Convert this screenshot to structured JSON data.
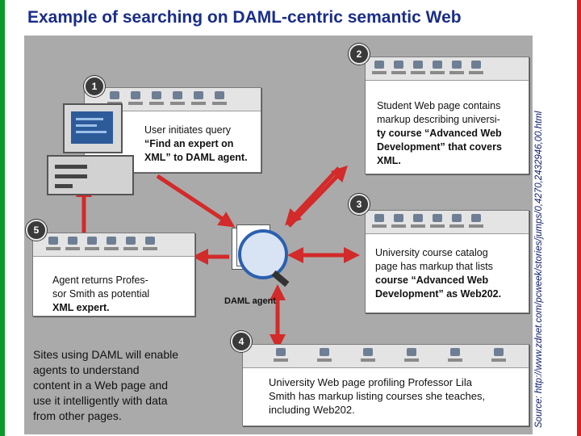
{
  "title": "Example of searching on DAML-centric  semantic Web",
  "source": "Source: http://www.zdnet.com/pcweek/stories/jumps/0,4270,2432946,00.html",
  "steps": {
    "s1": {
      "number": "1",
      "lines": [
        "User initiates query",
        "“Find an expert on",
        "XML” to DAML agent."
      ]
    },
    "s2": {
      "number": "2",
      "lines": [
        "Student Web page contains",
        "markup describing universi-",
        "ty course “Advanced Web",
        "Development” that covers",
        "XML."
      ]
    },
    "s3": {
      "number": "3",
      "lines": [
        "University course catalog",
        "page has markup that lists",
        "course “Advanced Web",
        "Development” as Web202."
      ]
    },
    "s4": {
      "number": "4",
      "lines": [
        "University Web page profiling Professor Lila",
        "Smith has markup listing courses she teaches,",
        "including Web202."
      ]
    },
    "s5": {
      "number": "5",
      "lines": [
        "Agent returns Profes-",
        "sor Smith as potential",
        "XML expert."
      ]
    }
  },
  "agent_label": "DAML agent",
  "sites_text": [
    "Sites using DAML will enable",
    "agents to understand",
    "content in a Web page and",
    "use it intelligently with data",
    "from other pages."
  ],
  "colors": {
    "title": "#1a2d8a",
    "arrow": "#d32a2a",
    "panel": "#aaaaaa",
    "left_edge": "#0a9a2a",
    "right_edge": "#d81e1e"
  }
}
